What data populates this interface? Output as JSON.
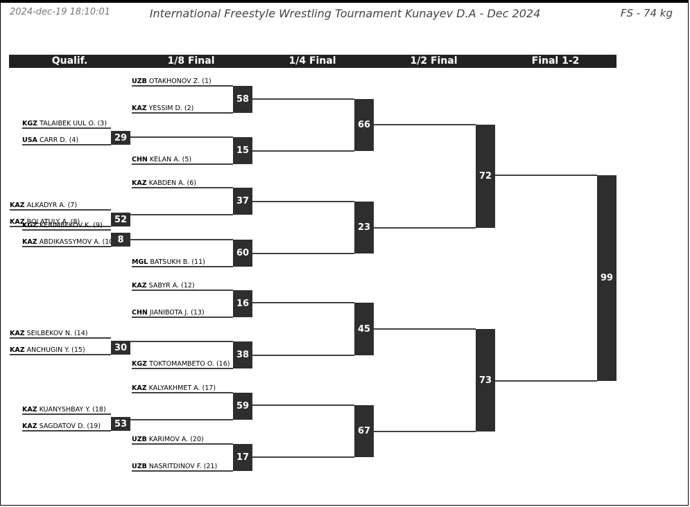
{
  "header": {
    "timestamp": "2024-dec-19 18:10:01",
    "title": "International Freestyle Wrestling Tournament Kunayev D.A - Dec 2024",
    "weight_class": "FS - 74 kg"
  },
  "rounds": [
    "Qualif.",
    "1/8 Final",
    "1/4 Final",
    "1/2 Final",
    "Final 1-2"
  ],
  "entrants": [
    {
      "country": "UZB",
      "name": "OTAKHONOV Z. (1)"
    },
    {
      "country": "KAZ",
      "name": "YESSIM D. (2)"
    },
    {
      "country": "KGZ",
      "name": "TALAIBEK UUL O. (3)"
    },
    {
      "country": "USA",
      "name": "CARR D. (4)"
    },
    {
      "country": "CHN",
      "name": "KELAN A. (5)"
    },
    {
      "country": "KAZ",
      "name": "KABDEN A. (6)"
    },
    {
      "country": "KAZ",
      "name": "ALKADYR A. (7)"
    },
    {
      "country": "KAZ",
      "name": "BOLATULY A. (8)"
    },
    {
      "country": "KGZ",
      "name": "KERIMBEKOV K. (9)"
    },
    {
      "country": "KAZ",
      "name": "ABDIKASSYMOV A. (10)"
    },
    {
      "country": "MGL",
      "name": "BATSUKH B. (11)"
    },
    {
      "country": "KAZ",
      "name": "SABYR A. (12)"
    },
    {
      "country": "CHN",
      "name": "JIANIBOTA J. (13)"
    },
    {
      "country": "KAZ",
      "name": "SEILBEKOV N. (14)"
    },
    {
      "country": "KAZ",
      "name": "ANCHUGIN Y. (15)"
    },
    {
      "country": "KGZ",
      "name": "TOKTOMAMBETO O. (16)"
    },
    {
      "country": "KAZ",
      "name": "KALYAKHMET A. (17)"
    },
    {
      "country": "KAZ",
      "name": "KUANYSHBAY Y. (18)"
    },
    {
      "country": "KAZ",
      "name": "SAGDATOV D. (19)"
    },
    {
      "country": "UZB",
      "name": "KARIMOV A. (20)"
    },
    {
      "country": "UZB",
      "name": "NASRITDINOV F. (21)"
    }
  ],
  "bouts": {
    "qualif": [
      "29",
      "52",
      "8",
      "30",
      "53"
    ],
    "r16": [
      "58",
      "15",
      "37",
      "60",
      "16",
      "38",
      "59",
      "17"
    ],
    "qf": [
      "66",
      "23",
      "45",
      "67"
    ],
    "sf": [
      "72",
      "73"
    ],
    "final": [
      "99"
    ]
  }
}
